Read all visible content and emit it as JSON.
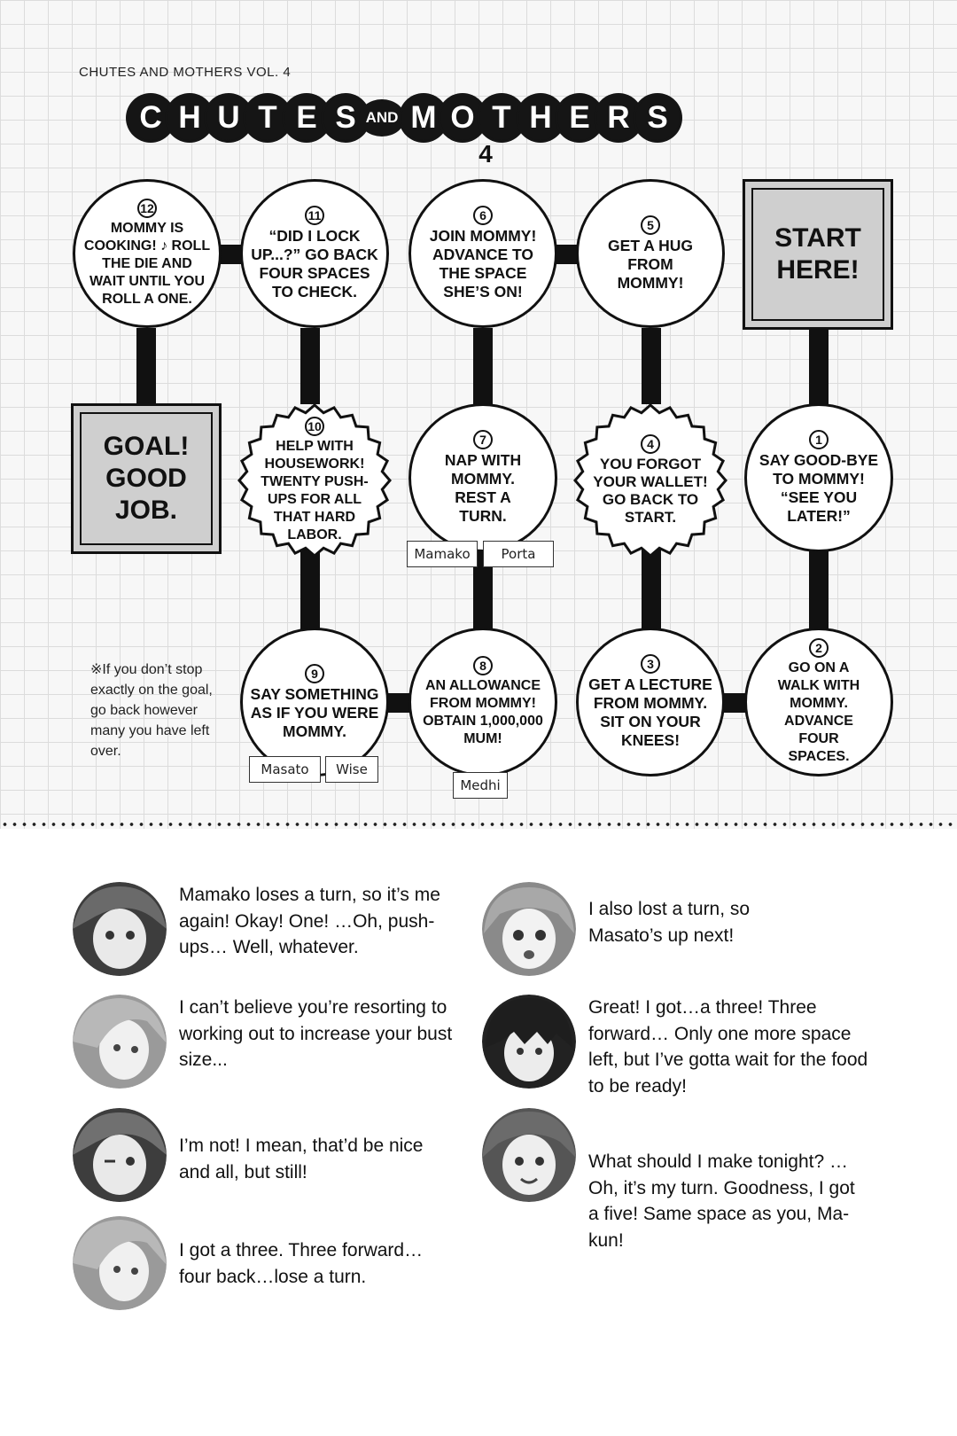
{
  "header": {
    "running_head": "CHUTES AND MOTHERS VOL. 4",
    "title_left": [
      "C",
      "H",
      "U",
      "T",
      "E",
      "S"
    ],
    "title_and": "AND",
    "title_right": [
      "M",
      "O",
      "T",
      "H",
      "E",
      "R",
      "S"
    ],
    "volume": "4"
  },
  "board": {
    "start": "START HERE!",
    "goal": "GOAL! GOOD JOB.",
    "spaces": [
      {
        "num": "1",
        "text": "SAY GOOD-BYE TO MOMMY! “SEE YOU LATER!”"
      },
      {
        "num": "2",
        "text": "GO ON A WALK WITH MOMMY. ADVANCE FOUR SPACES."
      },
      {
        "num": "3",
        "text": "GET A LECTURE FROM MOMMY. SIT ON YOUR KNEES!"
      },
      {
        "num": "4",
        "text": "YOU FORGOT YOUR WALLET! GO BACK TO START."
      },
      {
        "num": "5",
        "text": "GET A HUG FROM MOMMY!"
      },
      {
        "num": "6",
        "text": "JOIN MOMMY! ADVANCE TO THE SPACE SHE’S ON!"
      },
      {
        "num": "7",
        "text": "NAP WITH MOMMY. REST A TURN."
      },
      {
        "num": "8",
        "text": "AN ALLOWANCE FROM MOMMY! OBTAIN 1,000,000 MUM!"
      },
      {
        "num": "9",
        "text": "SAY SOMETHING AS IF YOU WERE MOMMY."
      },
      {
        "num": "10",
        "text": "HELP WITH HOUSEWORK! TWENTY PUSH-UPS FOR ALL THAT HARD LABOR."
      },
      {
        "num": "11",
        "text": "“DID I LOCK UP...?” GO BACK FOUR SPACES TO CHECK."
      },
      {
        "num": "12",
        "text": "MOMMY IS COOKING! ♪ ROLL THE DIE AND WAIT UNTIL YOU ROLL A ONE."
      }
    ],
    "tokens": {
      "mamako": "Mamako",
      "porta": "Porta",
      "masato": "Masato",
      "wise": "Wise",
      "medhi": "Medhi"
    },
    "note": "※If you don’t stop exactly on the goal, go back however many you have left over."
  },
  "dialogue": {
    "left": [
      {
        "speaker_icon": "mamako-avatar",
        "text": "Mamako loses a turn, so it’s me again! Okay! One! …Oh, push-ups… Well, whatever."
      },
      {
        "speaker_icon": "medhi-avatar",
        "text": "I can’t believe you’re resorting to working out to increase your bust size..."
      },
      {
        "speaker_icon": "wise-avatar",
        "text": "I’m not! I mean, that’d be nice and all, but still!"
      },
      {
        "speaker_icon": "medhi-avatar",
        "text": "I got a three. Three forward… four back…lose a turn."
      }
    ],
    "right": [
      {
        "speaker_icon": "porta-avatar",
        "text": "I also lost a turn, so Masato’s up next!"
      },
      {
        "speaker_icon": "masato-avatar",
        "text": "Great! I got…a three! Three forward… Only one more space left, but I’ve gotta wait for the food to be ready!"
      },
      {
        "speaker_icon": "mamako-avatar",
        "text": "What should I make tonight? …Oh, it’s my turn. Goodness, I got a five! Same space as you, Ma-kun!"
      }
    ]
  }
}
